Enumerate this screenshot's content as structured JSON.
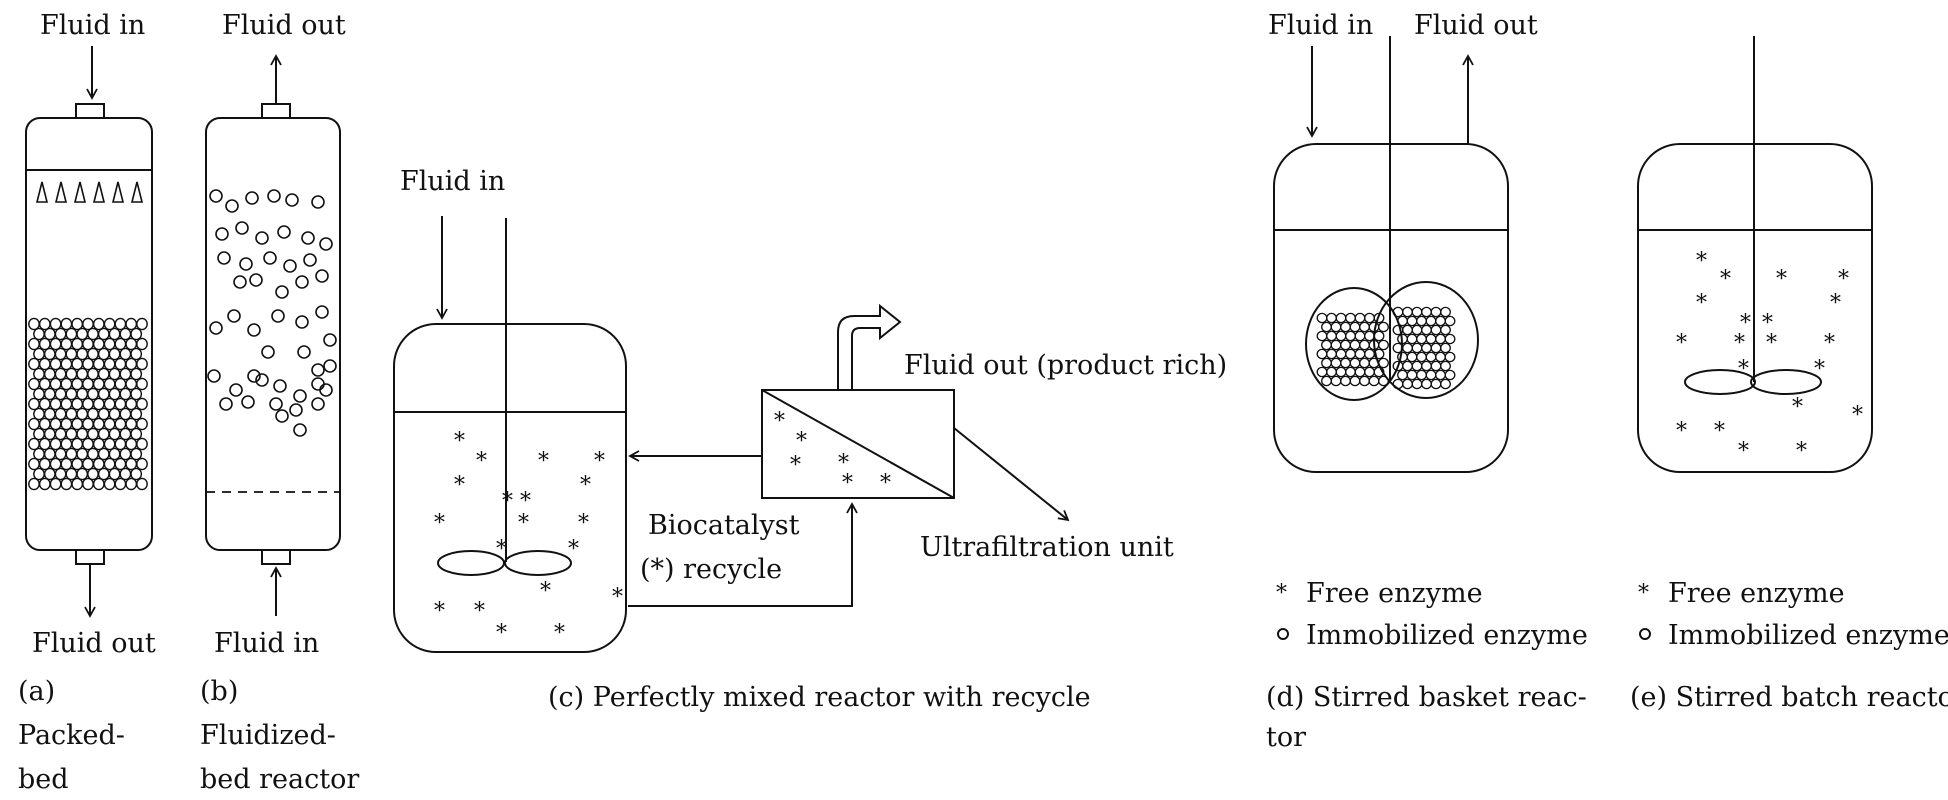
{
  "labels": {
    "fluid_in": "Fluid in",
    "fluid_out": "Fluid out",
    "fluid_out_product": "Fluid out (product rich)",
    "biocatalyst": "Biocatalyst",
    "recycle": "(*)  recycle",
    "ultrafiltration": "Ultrafiltration unit",
    "free_enzyme": "Free enzyme",
    "immobilized_enzyme": "Immobilized enzyme",
    "asterisk": "*",
    "circle": "o"
  },
  "captions": {
    "a_line1": "(a)",
    "a_line2": "Packed-",
    "a_line3": "bed",
    "b_line1": "(b)",
    "b_line2": "Fluidized-",
    "b_line3": "bed reactor",
    "c": "(c)  Perfectly mixed reactor with recycle",
    "d_line1": "(d)   Stirred  basket  reac-",
    "d_line2": "tor",
    "e": "(e)  Stirred batch reactor"
  }
}
